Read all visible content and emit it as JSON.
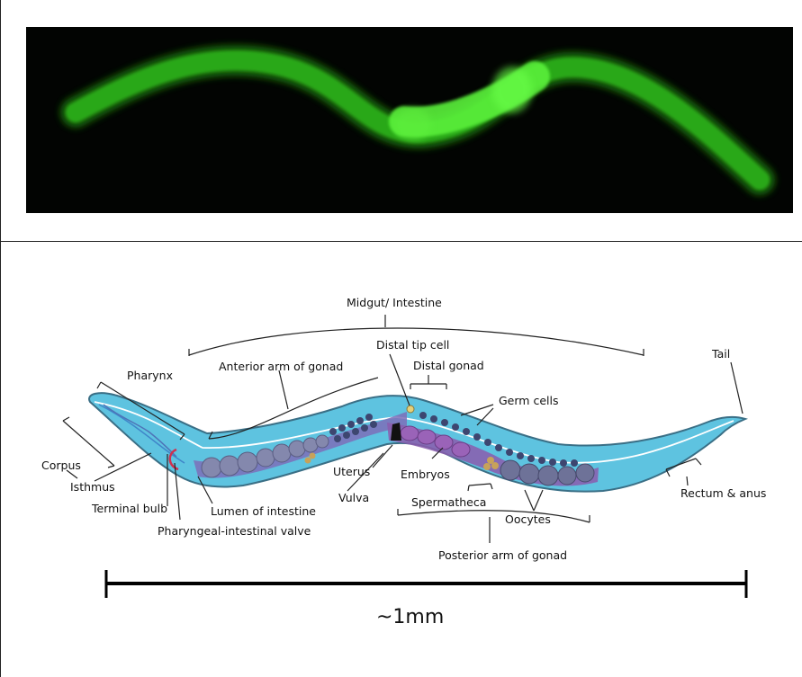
{
  "labels": {
    "midgut": "Midgut/ Intestine",
    "distal_tip_cell": "Distal tip cell",
    "tail": "Tail",
    "pharynx": "Pharynx",
    "anterior_arm": "Anterior arm of gonad",
    "distal_gonad": "Distal gonad",
    "germ_cells": "Germ cells",
    "corpus": "Corpus",
    "uterus": "Uterus",
    "embryos": "Embryos",
    "isthmus": "Isthmus",
    "rectum_anus": "Rectum & anus",
    "vulva": "Vulva",
    "spermatheca": "Spermatheca",
    "terminal_bulb": "Terminal bulb",
    "lumen": "Lumen of intestine",
    "oocytes": "Oocytes",
    "pi_valve": "Pharyngeal-intestinal valve",
    "posterior_arm": "Posterior arm of gonad"
  },
  "scale_bar": {
    "label": "~1mm"
  },
  "colors": {
    "photo_bg": "#020402",
    "worm_glow": "#39d11c",
    "body_fill": "#5ec3e0",
    "body_outline": "#3a6f86",
    "oocyte": "#7d7fa5",
    "embryo": "#8a5aa8",
    "germ_cell": "#3d4670"
  }
}
